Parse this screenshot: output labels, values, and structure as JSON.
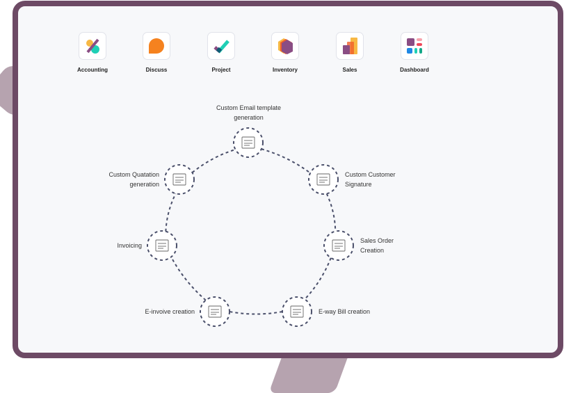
{
  "apps": [
    {
      "label": "Accounting",
      "icon": "accounting-icon"
    },
    {
      "label": "Discuss",
      "icon": "discuss-icon"
    },
    {
      "label": "Project",
      "icon": "project-icon"
    },
    {
      "label": "Inventory",
      "icon": "inventory-icon"
    },
    {
      "label": "Sales",
      "icon": "sales-icon"
    },
    {
      "label": "Dashboard",
      "icon": "dashboard-icon"
    }
  ],
  "flow": {
    "steps": [
      {
        "line1": "Custom Email template",
        "line2": "generation",
        "icon": "email-template-icon"
      },
      {
        "line1": "Custom Customer",
        "line2": "Signature",
        "icon": "signature-icon"
      },
      {
        "line1": "Sales Order",
        "line2": "Creation",
        "icon": "sales-order-icon"
      },
      {
        "line1": "E-way Bill creation",
        "line2": "",
        "icon": "eway-bill-icon"
      },
      {
        "line1": "E-invoive creation",
        "line2": "",
        "icon": "einvoice-icon"
      },
      {
        "line1": "Invoicing",
        "line2": "",
        "icon": "invoice-icon"
      },
      {
        "line1": "Custom Quatation",
        "line2": "generation",
        "icon": "quotation-icon"
      }
    ]
  },
  "colors": {
    "frame": "#6d4a65",
    "dash": "#4a4f6a",
    "background": "#f7f8fa"
  }
}
